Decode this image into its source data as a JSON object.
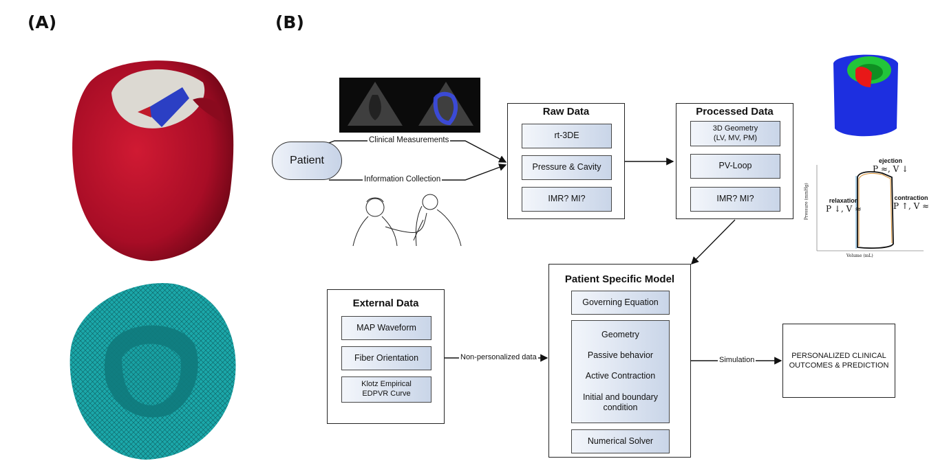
{
  "panel_a": {
    "label": "(A)"
  },
  "panel_b": {
    "label": "(B)"
  },
  "patient": {
    "label": "Patient"
  },
  "edges": {
    "clinical": "Clinical Measurements",
    "info": "Information Collection",
    "nonpersonal": "Non-personalized data",
    "simulation": "Simulation"
  },
  "raw_data": {
    "title": "Raw Data",
    "items": [
      "rt-3DE",
      "Pressure & Cavity",
      "IMR? MI?"
    ]
  },
  "processed_data": {
    "title": "Processed Data",
    "items": [
      "3D Geometry\n(LV, MV, PM)",
      "PV-Loop",
      "IMR? MI?"
    ]
  },
  "external_data": {
    "title": "External Data",
    "items": [
      "MAP Waveform",
      "Fiber Orientation",
      "Klotz Empirical\nEDPVR Curve"
    ]
  },
  "model": {
    "title": "Patient Specific Model",
    "governing": "Governing Equation",
    "group": [
      "Geometry",
      "Passive behavior",
      "Active Contraction",
      "Initial and boundary\ncondition"
    ],
    "solver": "Numerical Solver"
  },
  "outcome": {
    "label": "PERSONALIZED CLINICAL\nOUTCOMES & PREDICTION"
  },
  "pv_loop": {
    "ejection": "ejection",
    "ejection_eq": "P ≈, V ↓",
    "relaxation": "relaxation",
    "relaxation_eq": "P ↓, V ≈",
    "contraction": "contraction",
    "contraction_eq": "P ↑, V ≈",
    "xlabel": "Volume (mL)",
    "ylabel": "Pressure (mmHg)"
  },
  "colors": {
    "heart_red": "#b0102a",
    "heart_inner": "#d9d6d0",
    "valve_blue": "#2b3fc4",
    "mesh_teal": "#1aa6a8",
    "box_gradient_light": "#f3f6fb",
    "box_gradient_dark": "#c9d5e8"
  }
}
